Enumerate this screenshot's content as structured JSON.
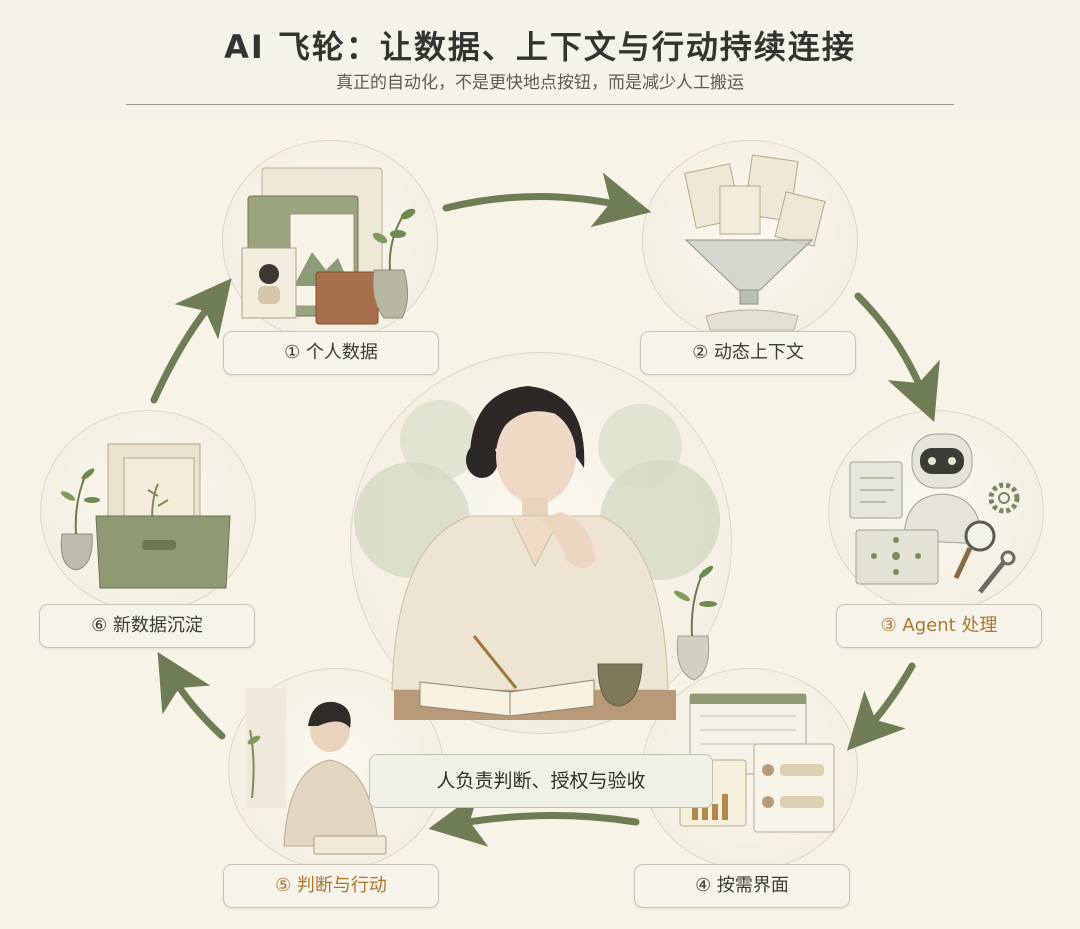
{
  "header": {
    "title": "AI 飞轮：让数据、上下文与行动持续连接",
    "subtitle": "真正的自动化，不是更快地点按钮，而是减少人工搬运"
  },
  "steps": [
    {
      "label": "① 个人数据"
    },
    {
      "label": "② 动态上下文"
    },
    {
      "label": "③ Agent 处理"
    },
    {
      "label": "④ 按需界面"
    },
    {
      "label": "⑤ 判断与行动"
    },
    {
      "label": "⑥ 新数据沉淀"
    }
  ],
  "center": {
    "label": "人负责判断、授权与验收"
  },
  "colors": {
    "background": "#f7f3e7",
    "arrow": "#6f7d55",
    "accent_text": "#a8772c",
    "sage": "#7a8a5e"
  }
}
